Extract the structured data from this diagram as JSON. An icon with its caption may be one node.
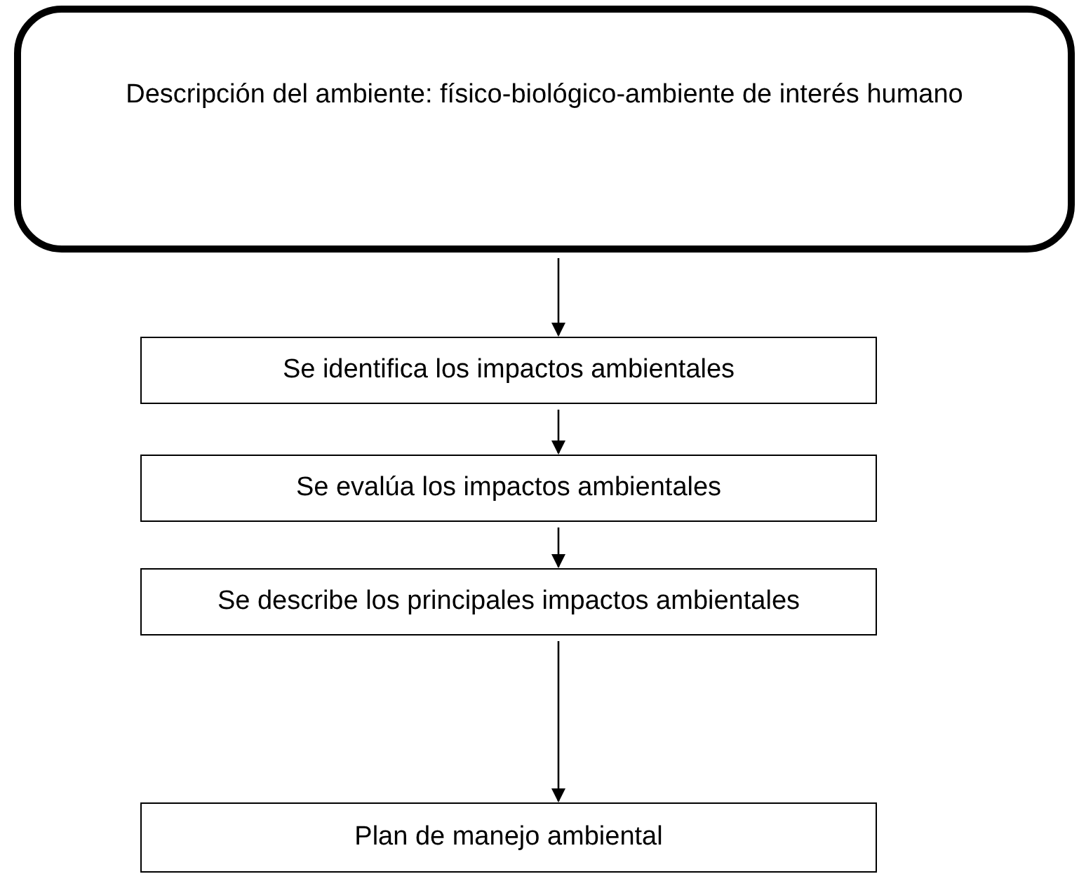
{
  "diagram": {
    "nodes": [
      {
        "text": [
          "Descripción del ambiente: físico-biológico-ambiente de interés humano"
        ]
      },
      {
        "text": [
          "Se identifica los impactos ambientales"
        ]
      },
      {
        "text": [
          "Se evalúa los impactos ambientales"
        ]
      },
      {
        "text": [
          "Se describe los principales impactos ambientales"
        ]
      },
      {
        "text": [
          "Plan de manejo ambiental"
        ]
      }
    ],
    "edges": [
      {
        "from": 0,
        "to": 1,
        "arrow": "to"
      },
      {
        "from": 1,
        "to": 2,
        "arrow": "to"
      },
      {
        "from": 2,
        "to": 3,
        "arrow": "to"
      },
      {
        "from": 3,
        "to": 4,
        "arrow": "to"
      }
    ]
  }
}
